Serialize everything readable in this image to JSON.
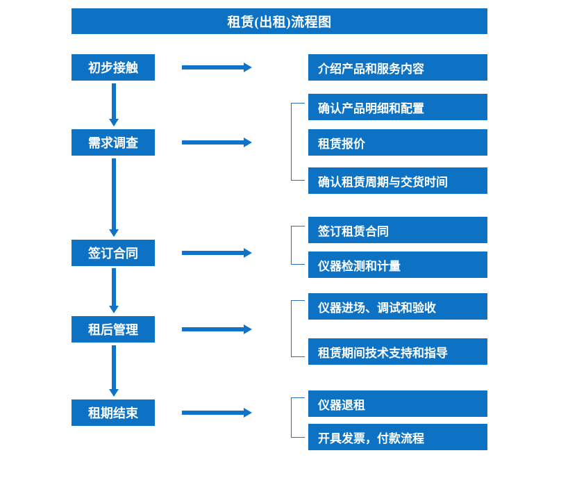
{
  "diagram": {
    "title": "租赁(出租)流程图",
    "colors": {
      "box_blue": "#0d72c4",
      "arrow_blue": "#0f74c8",
      "bracket_blue": "#2b6cb8",
      "text": "#ffffff",
      "background": "#ffffff"
    },
    "stages": [
      {
        "label": "初步接触"
      },
      {
        "label": "需求调查"
      },
      {
        "label": "签订合同"
      },
      {
        "label": "租后管理"
      },
      {
        "label": "租期结束"
      }
    ],
    "details": [
      {
        "label": "介绍产品和服务内容"
      },
      {
        "label": "确认产品明细和配置"
      },
      {
        "label": "租赁报价"
      },
      {
        "label": "确认租赁周期与交货时间"
      },
      {
        "label": "签订租赁合同"
      },
      {
        "label": "仪器检测和计量"
      },
      {
        "label": "仪器进场、调试和验收"
      },
      {
        "label": "租赁期间技术支持和指导"
      },
      {
        "label": "仪器退租"
      },
      {
        "label": "开具发票，付款流程"
      }
    ]
  }
}
